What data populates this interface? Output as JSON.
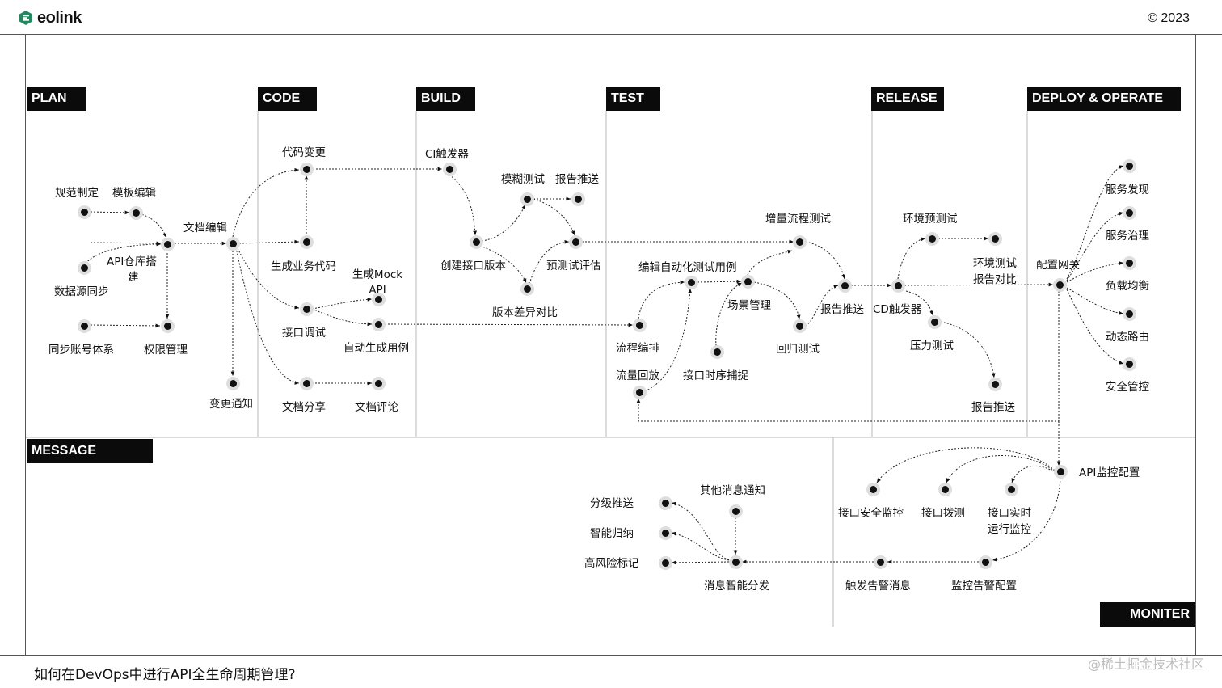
{
  "header": {
    "logo_text": "eolink",
    "copyright": "© 2023"
  },
  "footer": {
    "caption": "如何在DevOps中进行API全生命周期管理?",
    "watermark": "@稀土掘金技术社区"
  },
  "stages": {
    "plan": "PLAN",
    "code": "CODE",
    "build": "BUILD",
    "test": "TEST",
    "release": "RELEASE",
    "deploy": "DEPLOY & OPERATE",
    "message": "MESSAGE",
    "monitor": "MONITER"
  },
  "nodes": {
    "spec": "规范制定",
    "template_edit": "模板编辑",
    "api_repo_1": "API仓库搭",
    "api_repo_2": "建",
    "datasource_sync": "数据源同步",
    "doc_edit": "文档编辑",
    "account_sync": "同步账号体系",
    "permission": "权限管理",
    "change_notice": "变更通知",
    "code_change": "代码变更",
    "gen_business_code": "生成业务代码",
    "gen_mock_1": "生成Mock",
    "gen_mock_2": "API",
    "api_debug": "接口调试",
    "auto_gen_case": "自动生成用例",
    "doc_share": "文档分享",
    "doc_comment": "文档评论",
    "ci_trigger": "CI触发器",
    "fuzz_test": "模糊测试",
    "report_push_build": "报告推送",
    "create_version": "创建接口版本",
    "pretest_eval": "预测试评估",
    "version_diff": "版本差异对比",
    "incremental_flow_test": "增量流程测试",
    "edit_auto_case": "编辑自动化测试用例",
    "scene_mgmt": "场景管理",
    "flow_orchestrate": "流程编排",
    "traffic_replay": "流量回放",
    "timing_capture": "接口时序捕捉",
    "regression_test": "回归测试",
    "report_push_test": "报告推送",
    "env_pretest": "环境预测试",
    "env_compare_1": "环境测试",
    "env_compare_2": "报告对比",
    "cd_trigger": "CD触发器",
    "stress_test": "压力测试",
    "report_push_release": "报告推送",
    "config_gateway": "配置网关",
    "service_discovery": "服务发现",
    "service_governance": "服务治理",
    "load_balance": "负载均衡",
    "dynamic_routing": "动态路由",
    "security_control": "安全管控",
    "api_monitor_config": "API监控配置",
    "api_security_monitor": "接口安全监控",
    "api_probe": "接口拨测",
    "api_realtime_1": "接口实时",
    "api_realtime_2": "运行监控",
    "alert_config": "监控告警配置",
    "trigger_alert_msg": "触发告警消息",
    "smart_dispatch": "消息智能分发",
    "other_notice": "其他消息通知",
    "tiered_push": "分级推送",
    "smart_summary": "智能归纳",
    "high_risk_mark": "高风险标记"
  }
}
